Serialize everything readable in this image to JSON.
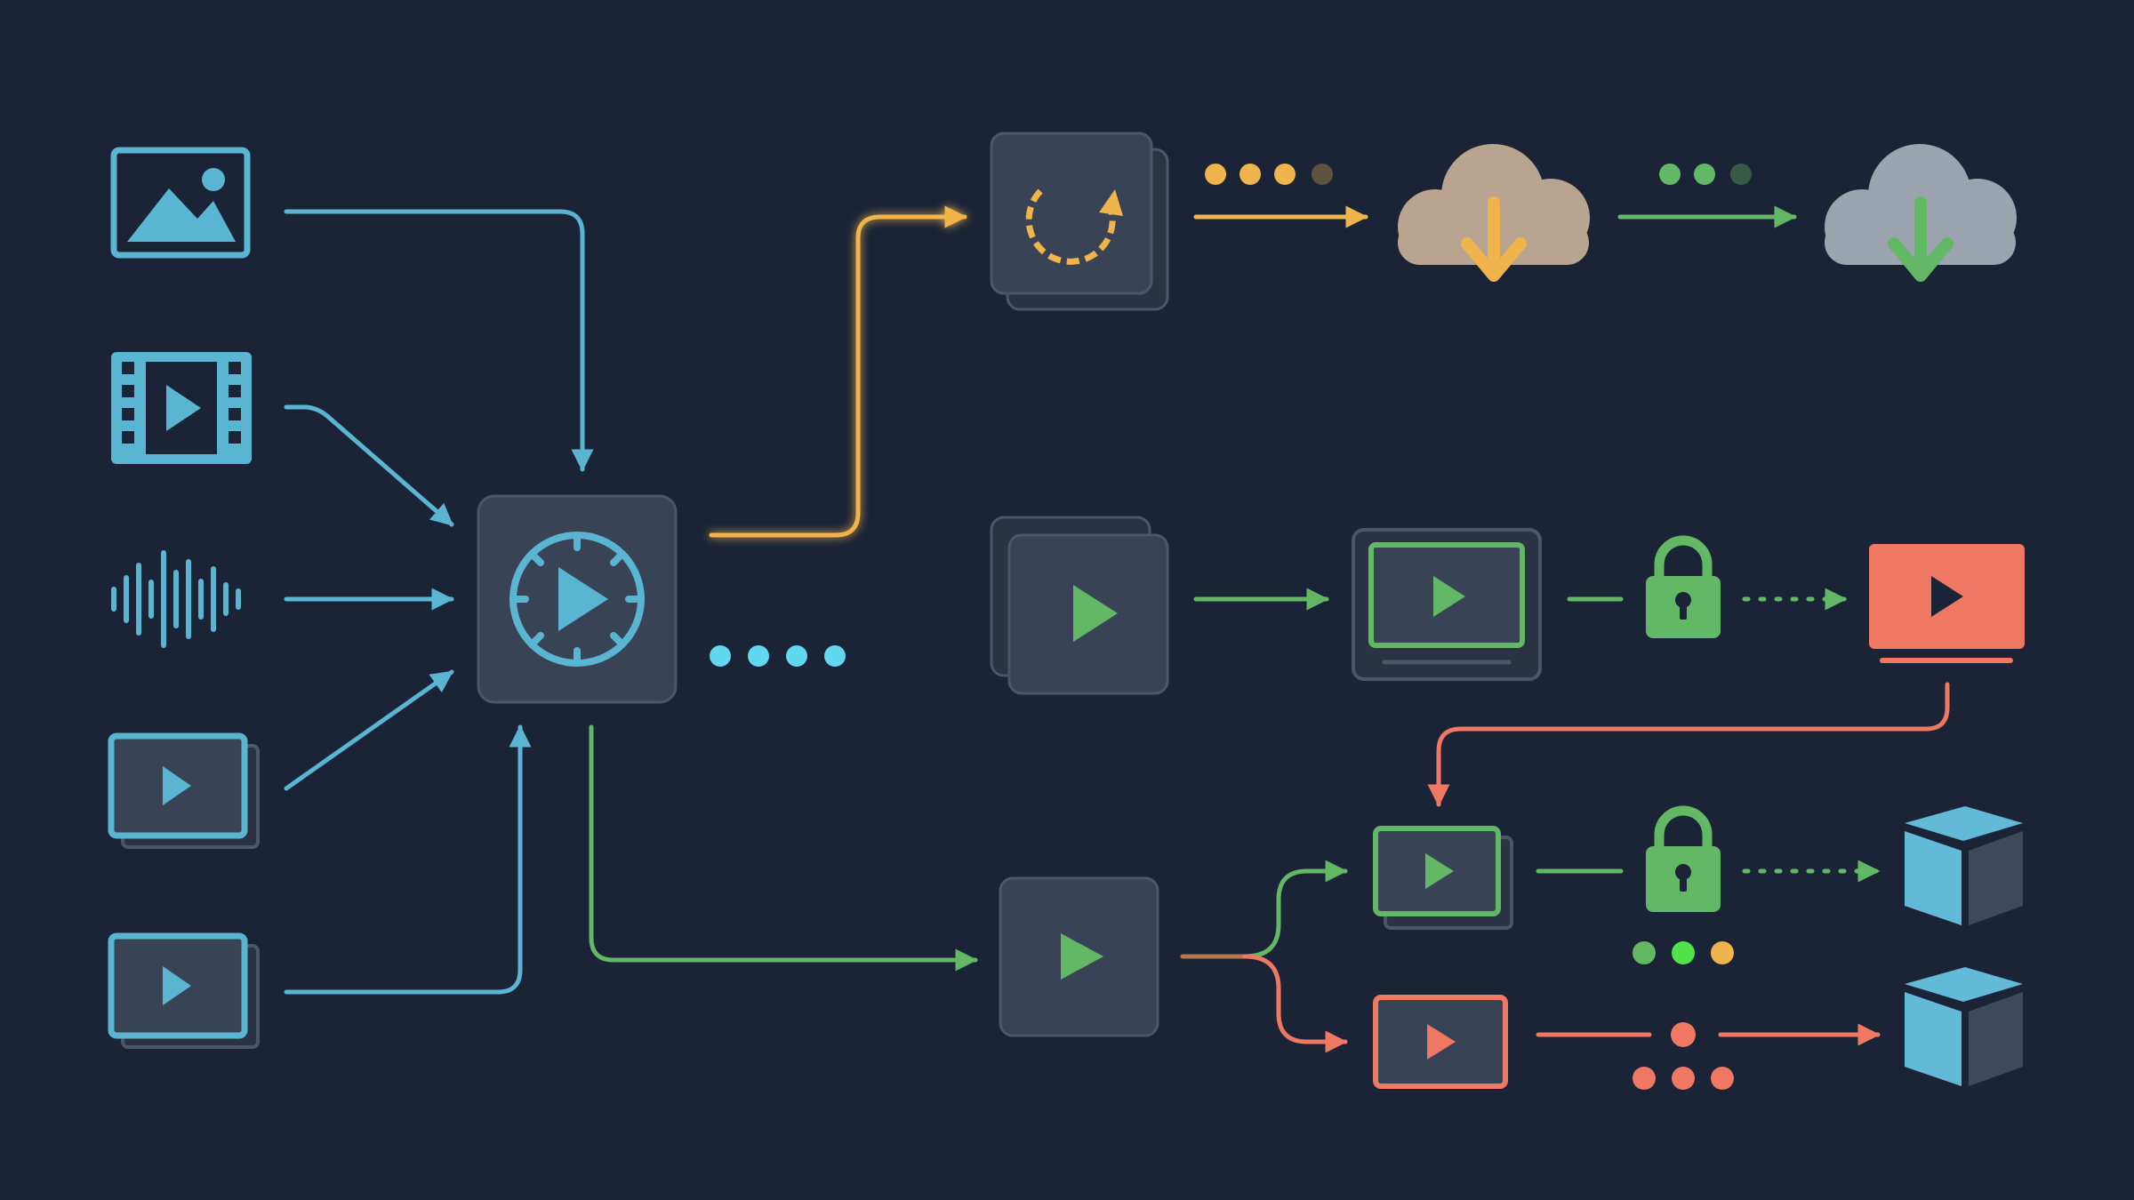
{
  "colors": {
    "background": "#1b2437",
    "node_fill": "#394356",
    "node_stroke": "#4c566a",
    "node_shadow": "#2a3244",
    "blue": "#5ab5d3",
    "cyan": "#5fd8f0",
    "orange": "#f0b44c",
    "green": "#63b866",
    "red": "#ef7863",
    "cloud_tan": "#b8a491",
    "cloud_gray": "#9aa3ae",
    "cube_light": "#62b9d8",
    "cube_dark": "#3e4a5c"
  },
  "icons": {
    "inputs": [
      "image-icon",
      "film-strip-icon",
      "audio-waveform-icon",
      "video-window-icon",
      "video-window-icon"
    ],
    "hub": "stopwatch-play-icon",
    "processing": "refresh-icon",
    "cloud": "cloud-download-icon",
    "lock": "padlock-icon",
    "monitor": "monitor-play-icon",
    "package": "cube-icon"
  },
  "status_dots": {
    "top_pipeline": [
      "orange",
      "orange",
      "orange",
      "faded"
    ],
    "top_to_cloud": [
      "green",
      "green",
      "faded"
    ],
    "hub_output": [
      "cyan",
      "cyan",
      "cyan",
      "cyan"
    ],
    "lower_green_branch": [
      "green",
      "lime",
      "orange"
    ],
    "lower_red_branch": [
      "red",
      "red",
      "red",
      "red"
    ]
  }
}
